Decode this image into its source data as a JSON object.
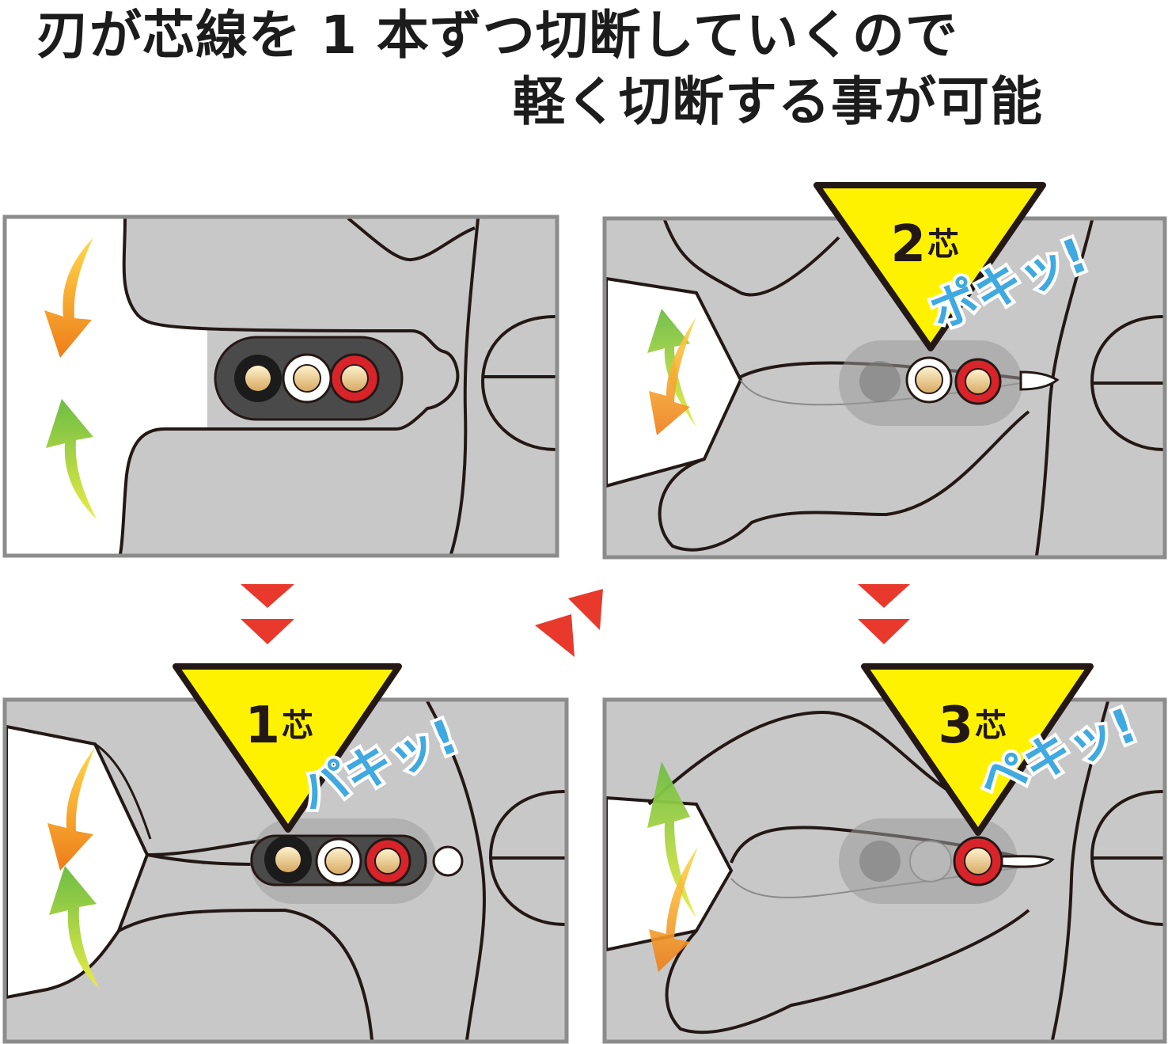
{
  "headline": {
    "line1": "刃が芯線を 1 本ずつ切断していくので",
    "line2": "軽く切断する事が可能"
  },
  "panels": [
    {
      "id": "start",
      "badge_number": "",
      "badge_unit": "",
      "sound": ""
    },
    {
      "id": "core1",
      "badge_number": "1",
      "badge_unit": "芯",
      "sound": "パキッ!"
    },
    {
      "id": "core2",
      "badge_number": "2",
      "badge_unit": "芯",
      "sound": "ポキッ!"
    },
    {
      "id": "core3",
      "badge_number": "3",
      "badge_unit": "芯",
      "sound": "ペキッ!"
    }
  ],
  "colors": {
    "badge_fill": "#fff200",
    "outline": "#231815",
    "sound_text": "#3fa9e0",
    "step_arrow": "#e8392c",
    "tool_gray": "#c8c8c9",
    "frame_gray": "#8c8c8c",
    "arrow_orange": "#f08a1c",
    "arrow_green": "#7fc241",
    "core_red": "#d8232a"
  },
  "icons": [
    "curved-down-arrow-icon",
    "curved-up-arrow-icon",
    "step-arrow-icon",
    "cable-core-icon"
  ]
}
